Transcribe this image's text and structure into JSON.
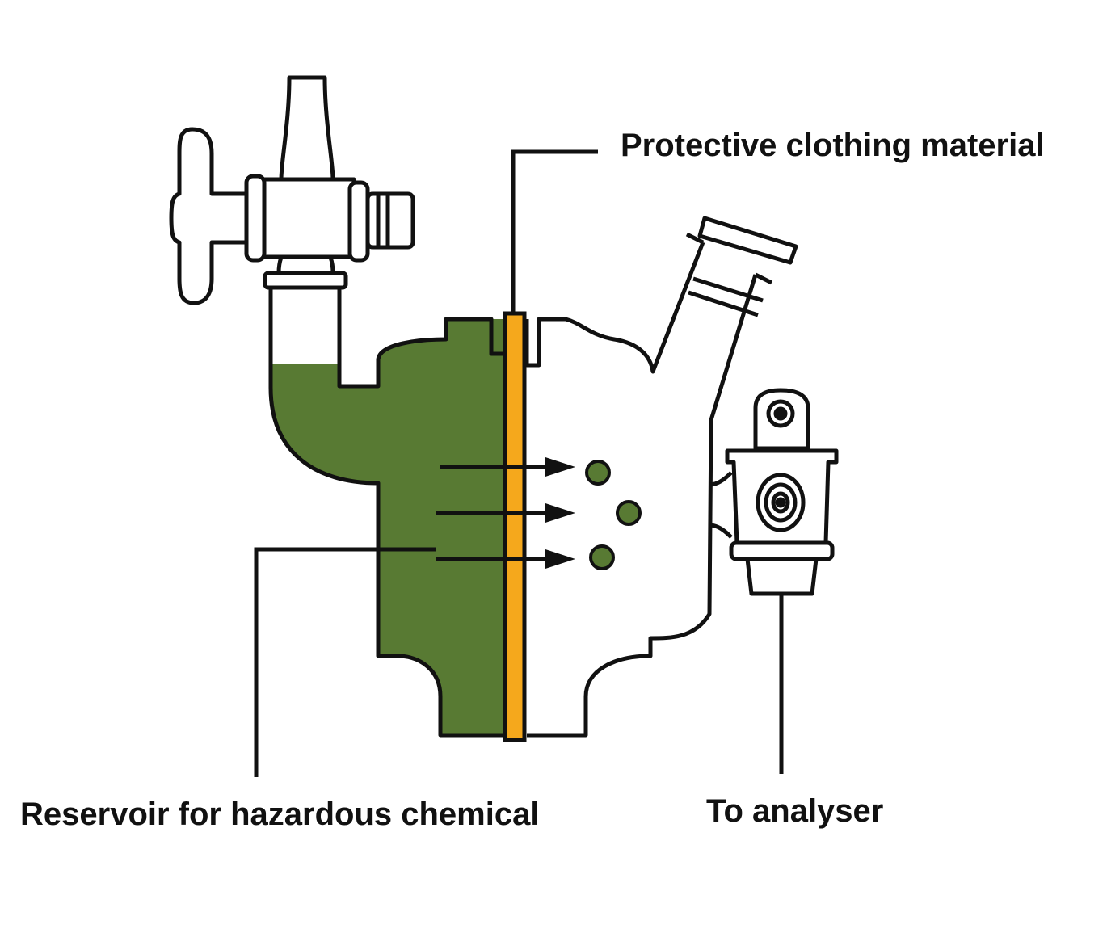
{
  "labels": {
    "membrane": "Protective clothing material",
    "reservoir": "Reservoir for hazardous chemical",
    "analyser": "To analyser"
  },
  "colors": {
    "chemical": "#587a33",
    "membrane": "#f5a81c",
    "outline": "#111111",
    "background": "#ffffff"
  },
  "icons": {
    "stopcock": "stopcock-icon",
    "side_arm": "side-arm-icon",
    "outlet_fitting": "outlet-fitting-icon"
  }
}
